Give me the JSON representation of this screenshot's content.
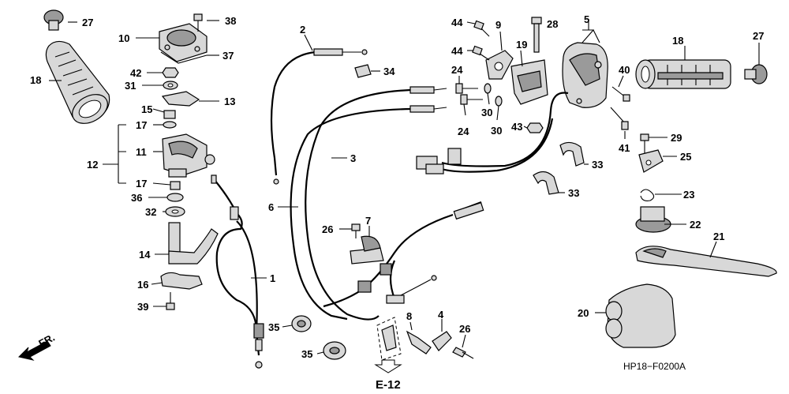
{
  "diagram": {
    "figure_code": "HP18−F0200A",
    "reference_page": "E-12",
    "direction_label": "FR.",
    "callouts": {
      "p1": "1",
      "p2": "2",
      "p3": "3",
      "p4": "4",
      "p5": "5",
      "p6": "6",
      "p7": "7",
      "p8": "8",
      "p9": "9",
      "p10": "10",
      "p11": "11",
      "p12": "12",
      "p13": "13",
      "p14": "14",
      "p15": "15",
      "p16": "16",
      "p17a": "17",
      "p17b": "17",
      "p18a": "18",
      "p18b": "18",
      "p19": "19",
      "p20": "20",
      "p21": "21",
      "p22": "22",
      "p23": "23",
      "p24a": "24",
      "p24b": "24",
      "p25": "25",
      "p26a": "26",
      "p26b": "26",
      "p27a": "27",
      "p27b": "27",
      "p28": "28",
      "p29": "29",
      "p30a": "30",
      "p30b": "30",
      "p31": "31",
      "p32": "32",
      "p33a": "33",
      "p33b": "33",
      "p34": "34",
      "p35a": "35",
      "p35b": "35",
      "p36": "36",
      "p37": "37",
      "p38": "38",
      "p39": "39",
      "p40": "40",
      "p41": "41",
      "p42": "42",
      "p43": "43",
      "p44a": "44",
      "p44b": "44"
    }
  }
}
